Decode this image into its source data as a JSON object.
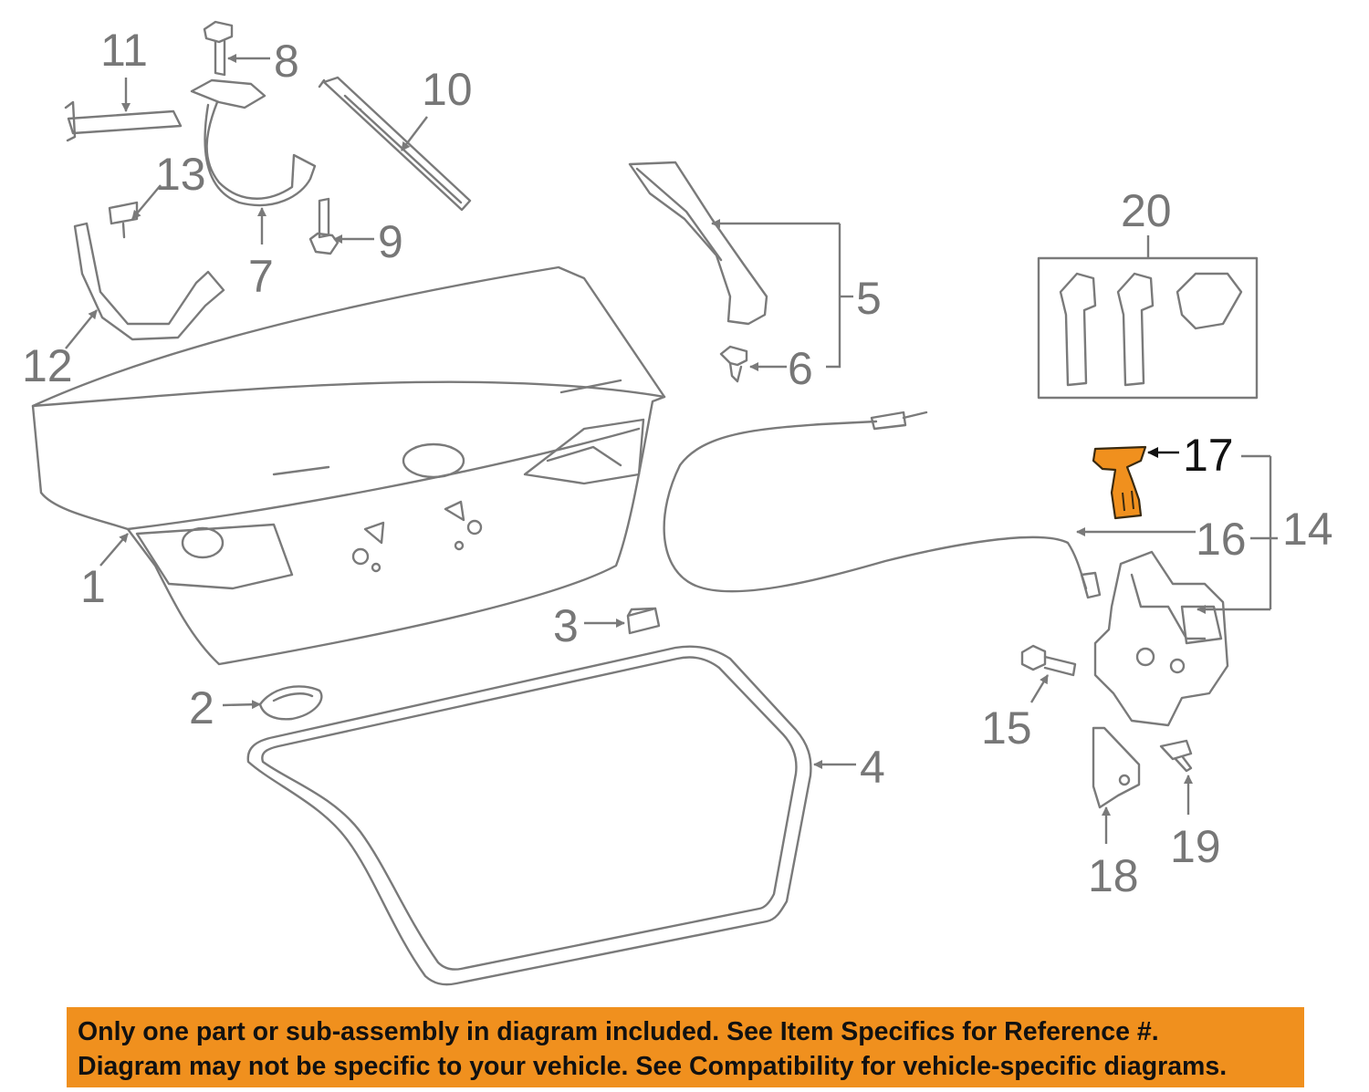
{
  "colors": {
    "line": "#7a7a7a",
    "highlight": "#f0901e",
    "banner": "#f0901e",
    "text": "#111111"
  },
  "highlighted_part": "17",
  "callouts": {
    "c1": "1",
    "c2": "2",
    "c3": "3",
    "c4": "4",
    "c5": "5",
    "c6": "6",
    "c7": "7",
    "c8": "8",
    "c9": "9",
    "c10": "10",
    "c11": "11",
    "c12": "12",
    "c13": "13",
    "c14": "14",
    "c15": "15",
    "c16": "16",
    "c17": "17",
    "c18": "18",
    "c19": "19",
    "c20": "20"
  },
  "disclaimer": {
    "line1": "Only one part or sub-assembly in diagram included. See Item Specifics for Reference #.",
    "line2": "Diagram may not be specific to your vehicle. See Compatibility for vehicle-specific diagrams."
  }
}
